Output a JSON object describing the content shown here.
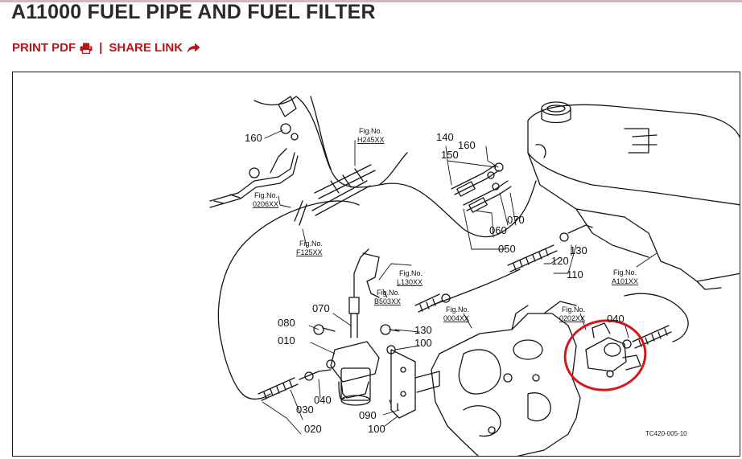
{
  "page": {
    "title": "A11000 FUEL PIPE AND FUEL FILTER",
    "print_label": "PRINT PDF",
    "separator": "|",
    "share_label": "SHARE LINK",
    "accent_color": "#b5151b",
    "title_color": "#2a2a2a"
  },
  "icons": {
    "print": "printer-icon",
    "share": "share-arrow-icon"
  },
  "diagram": {
    "fig_label": "Fig.No.",
    "callouts": [
      {
        "id": "160a",
        "text": "160"
      },
      {
        "id": "140",
        "text": "140"
      },
      {
        "id": "160b",
        "text": "160"
      },
      {
        "id": "150",
        "text": "150"
      },
      {
        "id": "070a",
        "text": "070"
      },
      {
        "id": "060",
        "text": "060"
      },
      {
        "id": "050",
        "text": "050"
      },
      {
        "id": "130a",
        "text": "130"
      },
      {
        "id": "120",
        "text": "120"
      },
      {
        "id": "110",
        "text": "110"
      },
      {
        "id": "070b",
        "text": "070"
      },
      {
        "id": "080",
        "text": "080"
      },
      {
        "id": "010",
        "text": "010"
      },
      {
        "id": "130b",
        "text": "130"
      },
      {
        "id": "100a",
        "text": "100"
      },
      {
        "id": "040a",
        "text": "040"
      },
      {
        "id": "030",
        "text": "030"
      },
      {
        "id": "020",
        "text": "020"
      },
      {
        "id": "090",
        "text": "090"
      },
      {
        "id": "100b",
        "text": "100"
      },
      {
        "id": "040b",
        "text": "040"
      }
    ],
    "fig_refs": [
      {
        "id": "H245XX",
        "text": "H245XX"
      },
      {
        "id": "0206XX",
        "text": "0206XX"
      },
      {
        "id": "F125XX",
        "text": "F125XX"
      },
      {
        "id": "L130XX",
        "text": "L130XX"
      },
      {
        "id": "B503XX",
        "text": "B503XX"
      },
      {
        "id": "0004XX",
        "text": "0004XX"
      },
      {
        "id": "0202XX",
        "text": "0202XX"
      },
      {
        "id": "A101XX",
        "text": "A101XX"
      }
    ],
    "drawing_code": "TC420-005-10",
    "highlight_color": "#d6161c"
  }
}
